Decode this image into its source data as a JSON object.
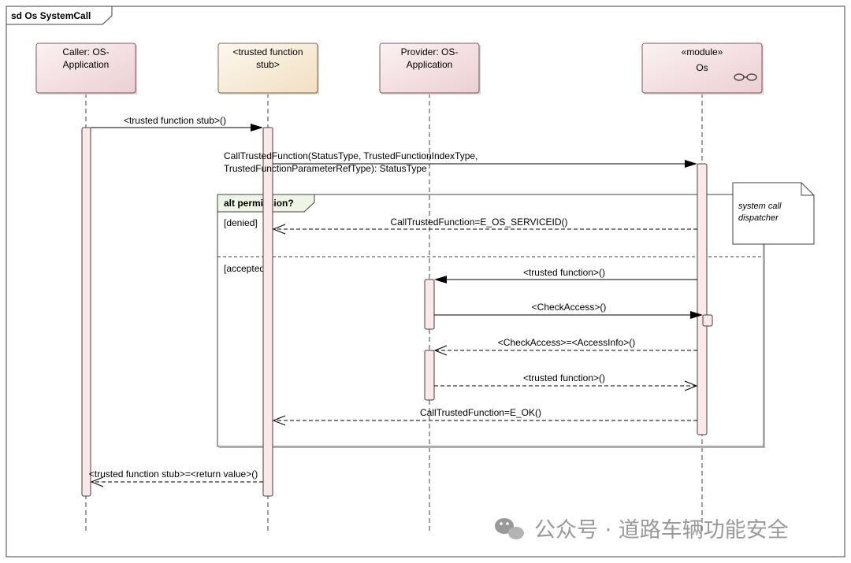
{
  "frame": {
    "title": "sd Os SystemCall"
  },
  "lifelines": [
    {
      "id": "caller",
      "line1": "Caller: OS-",
      "line2": "Application"
    },
    {
      "id": "stub",
      "line1": "<trusted function",
      "line2": "stub>"
    },
    {
      "id": "provider",
      "line1": "Provider: OS-",
      "line2": "Application"
    },
    {
      "id": "os",
      "stereotype": "«module»",
      "name": "Os"
    }
  ],
  "messages": {
    "stub_call": "<trusted function stub>()",
    "call_trusted_1": "CallTrustedFunction(StatusType, TrustedFunctionIndexType,",
    "call_trusted_2": "TrustedFunctionParameterRefType): StatusType",
    "denied_return": "CallTrustedFunction=E_OS_SERVICEID()",
    "trusted_function": "<trusted function>()",
    "check_access": "<CheckAccess>()",
    "check_access_return": "<CheckAccess>=<AccessInfo>()",
    "trusted_function_return": "<trusted function>()",
    "ok_return": "CallTrustedFunction=E_OK()",
    "stub_return": "<trusted function stub>=<return value>()"
  },
  "fragment": {
    "operator": "alt permission?",
    "guard1": "[denied]",
    "guard2": "[accepted]"
  },
  "note": {
    "line1": "system call",
    "line2": "dispatcher"
  },
  "watermark": "公众号 · 道路车辆功能安全",
  "colors": {
    "lifeline_pink": "#f2d9dc",
    "lifeline_stub": "#f7ecd8",
    "activation": "#fbe8e8",
    "fragment_tab": "#eef5e4",
    "border": "#404040"
  }
}
